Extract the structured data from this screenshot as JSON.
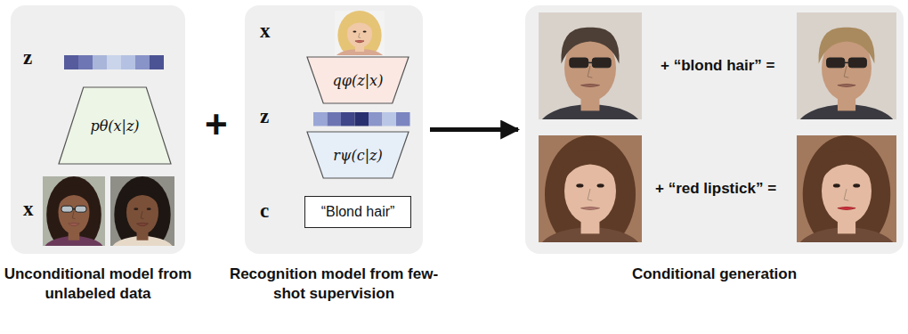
{
  "diagram": {
    "nodes": [
      {
        "text": [
          "Unconditional model from unlabeled data"
        ]
      },
      {
        "text": [
          "pθ(x|z)"
        ],
        "in": 0
      },
      {
        "text": [
          "Recognition model from few-shot supervision"
        ]
      },
      {
        "text": [
          "qφ(z|x)"
        ],
        "in": 2
      },
      {
        "text": [
          "rψ(c|z)"
        ],
        "in": 2
      },
      {
        "text": [
          "“Blond hair”"
        ],
        "in": 2
      },
      {
        "text": [
          "Conditional generation"
        ]
      }
    ],
    "edges": [
      {
        "from": 2,
        "to": 6,
        "arrow": "to"
      }
    ],
    "labels": [
      "z",
      "x",
      "+",
      "x",
      "z",
      "c",
      "+ “blond hair” =",
      "+ “red lipstick” ="
    ]
  }
}
